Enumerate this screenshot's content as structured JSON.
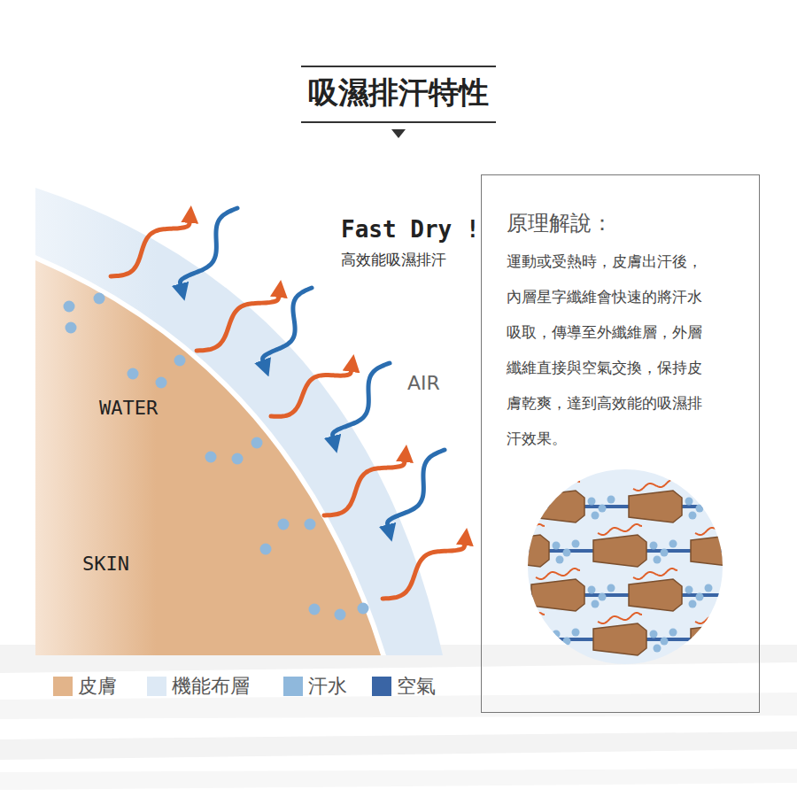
{
  "diagram": {
    "title": "吸濕排汗特性",
    "nodes": [
      {
        "text": [
          "原理解說：",
          "運動或受熱時，皮膚出汗後，內層星字纖維會快速的將汗水吸取，傳導至外纖維層，外層纖維直接與空氣交換，保持皮膚乾爽，達到高效能的吸濕排汗效果。"
        ]
      }
    ],
    "edges": [],
    "labels": [
      "Fast Dry !",
      "高效能吸濕排汗",
      "AIR",
      "WATER",
      "SKIN"
    ],
    "legend": [
      {
        "text": "皮膚",
        "color": "#e2b48a"
      },
      {
        "text": "機能布層",
        "color": "#dde9f5"
      },
      {
        "text": "汗水",
        "color": "#8fb8dc"
      },
      {
        "text": "空氣",
        "color": "#3a65a5"
      }
    ]
  }
}
